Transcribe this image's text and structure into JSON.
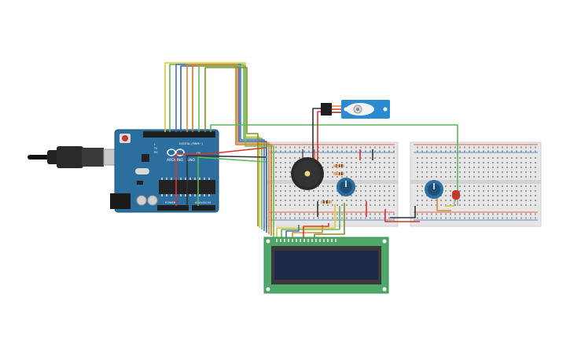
{
  "arduino": {
    "brand": "ARDUINO",
    "model": "UNO",
    "digital_header_label": "DIGITAL (PWM~)",
    "power_label": "POWER",
    "analog_label": "ANALOG IN",
    "tx_label": "TX",
    "rx_label": "RX",
    "l_label": "L",
    "on_label": "ON"
  },
  "colors": {
    "board_blue": "#2c6e9e",
    "breadboard": "#e6e6e6",
    "lcd_pcb": "#4fa86a",
    "lcd_screen": "#1c2a48",
    "servo_blue": "#2a8bd0",
    "wire_yellow": "#e3c62a",
    "wire_green": "#5cb85c",
    "wire_orange": "#e08a2a",
    "wire_blue": "#3c6fc7",
    "wire_red": "#d9342b",
    "wire_black": "#333333",
    "wire_olive": "#8a8a2a",
    "led_red": "#c0392b"
  },
  "components": [
    "usb-cable",
    "arduino-uno",
    "breadboard-left",
    "breadboard-right",
    "servo-motor",
    "piezo-buzzer",
    "potentiometer-left",
    "potentiometer-right",
    "red-led",
    "resistors",
    "lcd-16x2"
  ]
}
